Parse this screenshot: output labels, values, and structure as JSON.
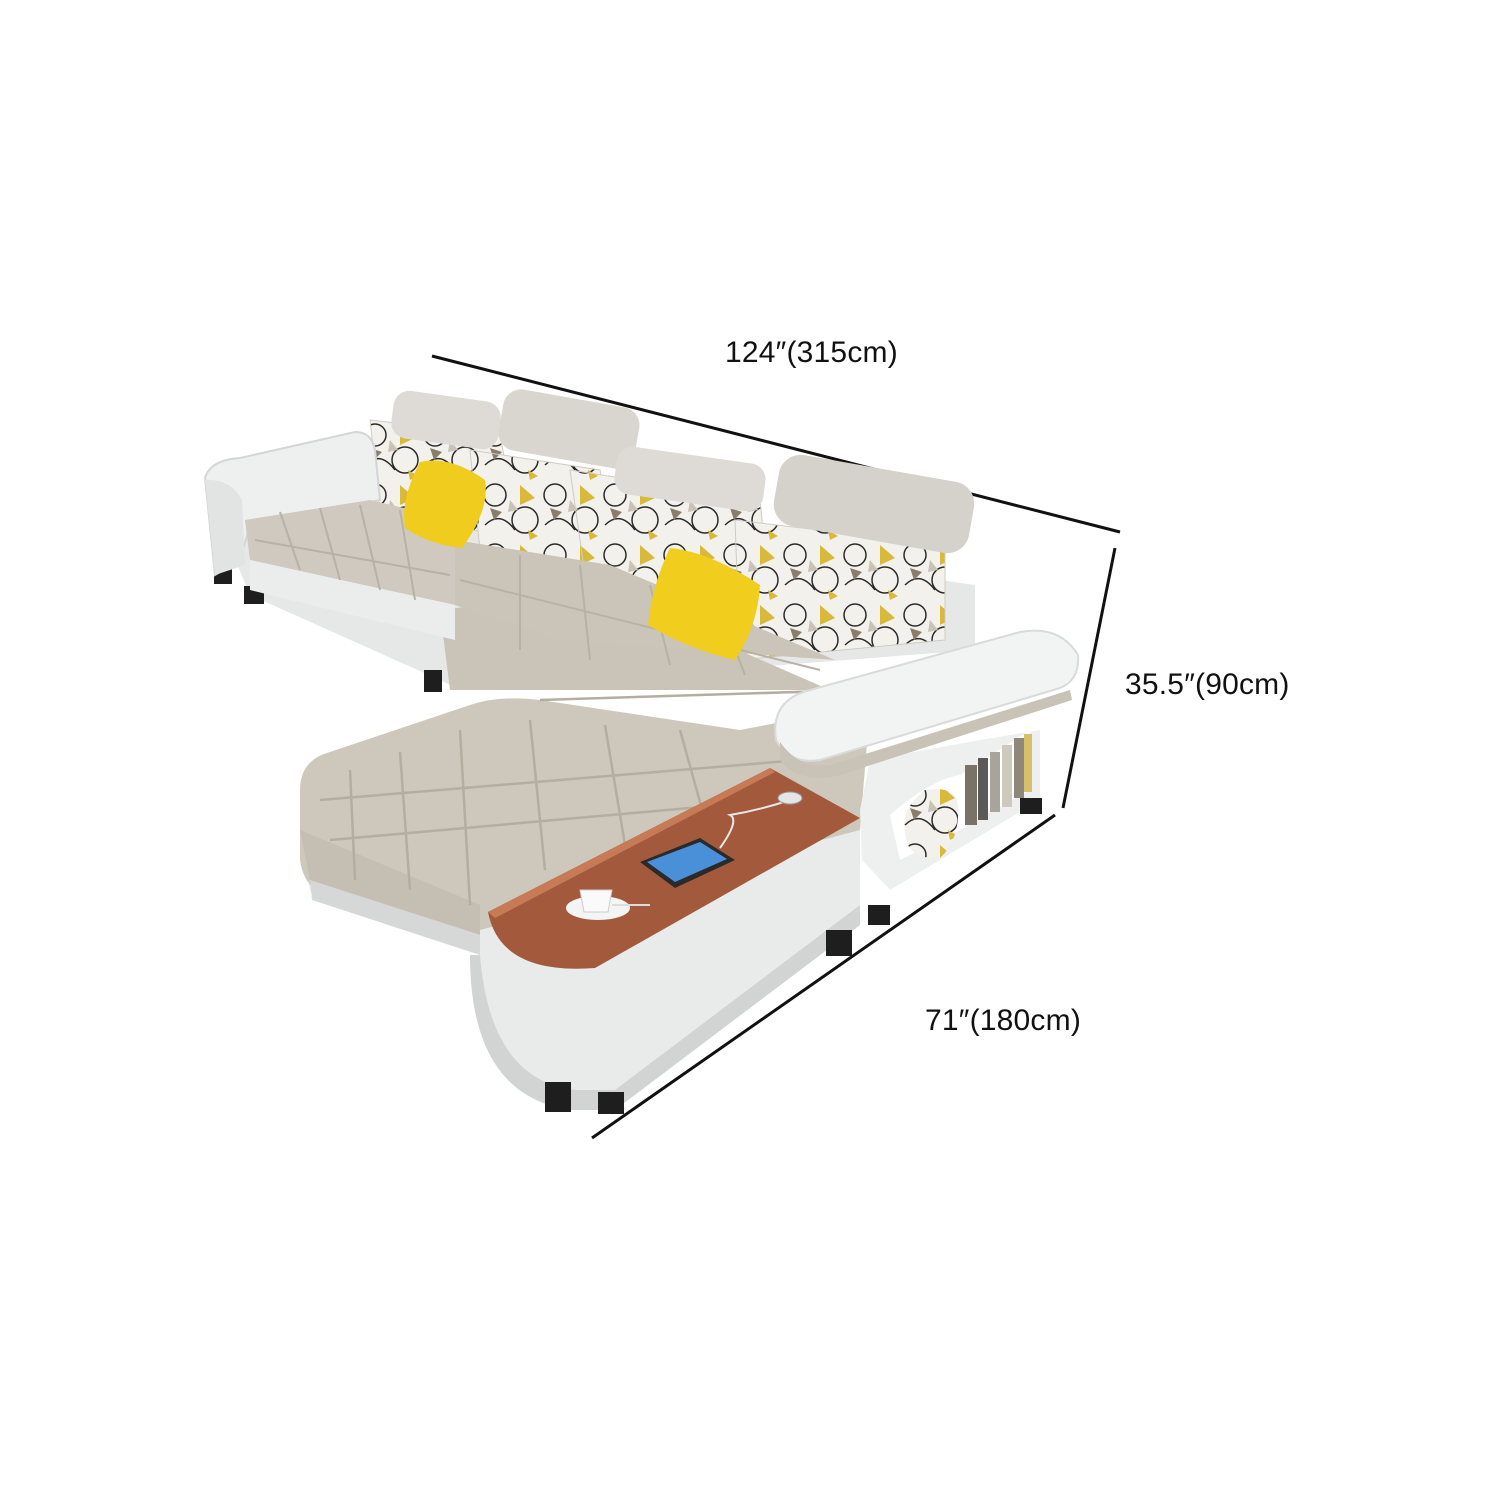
{
  "dimensions": {
    "length": "124″(315cm)",
    "height": "35.5″(90cm)",
    "depth": "71″(180cm)"
  },
  "colors": {
    "background": "#ffffff",
    "line": "#111111",
    "fabric": "#cfc9bf",
    "fabric_dark": "#b9b2a6",
    "leather": "#eceeee",
    "leather_shade": "#d6d8d8",
    "accent_pillow": "#f0cc1f",
    "wood_tray": "#a35a3c",
    "leg": "#1e1e1e"
  },
  "icons": {
    "pillow": "yellow-pillow",
    "tablet": "tablet-icon",
    "cup": "coffee-cup-icon"
  }
}
